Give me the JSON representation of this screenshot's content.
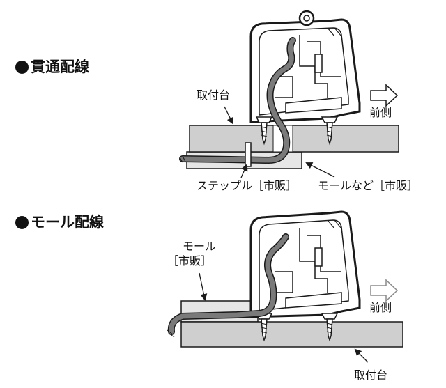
{
  "sections": [
    {
      "heading": "貫通配線",
      "labels": {
        "mount": "取付台",
        "front": "前側",
        "staple": "ステップル［市販］",
        "molding": "モールなど［市販］"
      }
    },
    {
      "heading": "モール配線",
      "labels": {
        "molding_line1": "モール",
        "molding_line2": "［市販］",
        "front": "前側",
        "mount": "取付台"
      }
    }
  ],
  "colors": {
    "board": "#cfcfcf",
    "molding": "#e6e6e6",
    "cable": "#7a7a7a",
    "outline": "#1a1a1a"
  }
}
